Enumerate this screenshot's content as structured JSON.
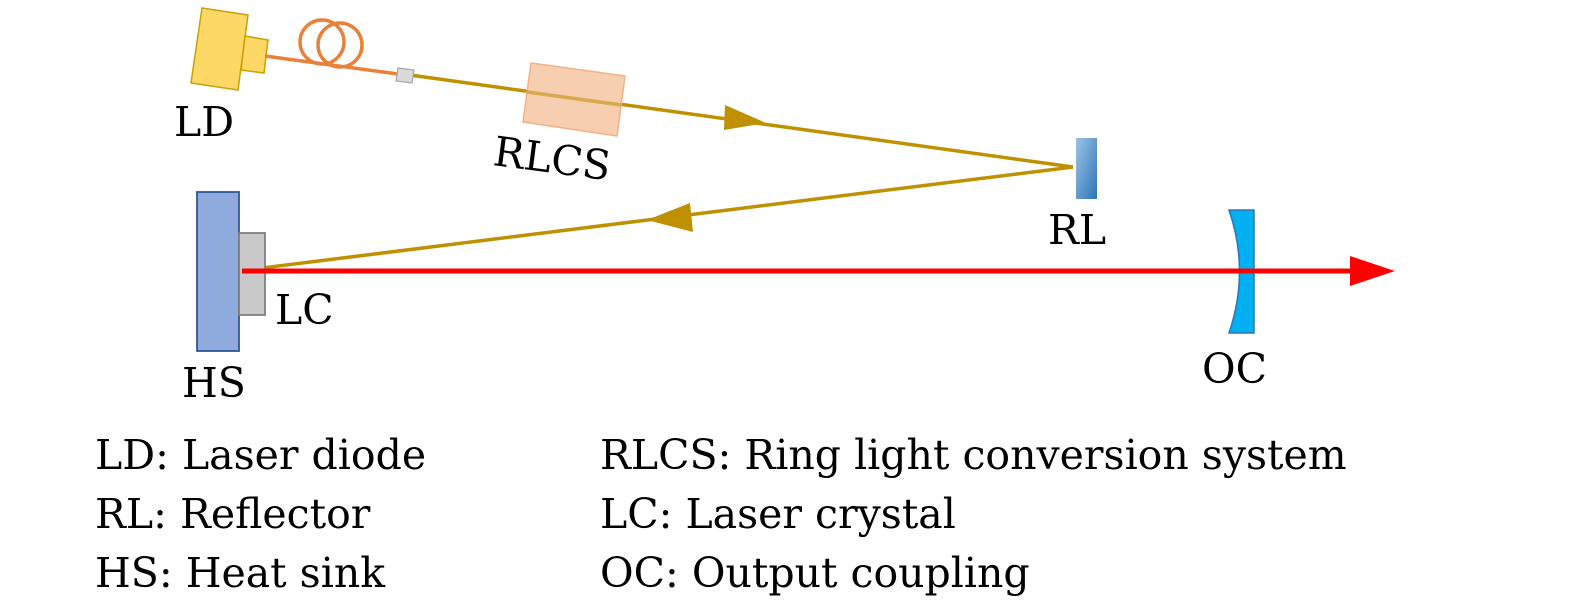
{
  "diagram": {
    "labels": {
      "ld": "LD",
      "rlcs": "RLCS",
      "rl": "RL",
      "hs": "HS",
      "lc": "LC",
      "oc": "OC"
    },
    "colors": {
      "ld_fill": "#FDD866",
      "ld_stroke": "#C9A100",
      "fiber": "#E8813A",
      "connector_fill": "#D9D9D9",
      "connector_stroke": "#A6A6A6",
      "pump_beam": "#BF9000",
      "rlcs_fill": "#F8CBAD",
      "rlcs_stroke": "#F4B183",
      "rl_light": "#9DC3E6",
      "rl_dark": "#2E75B6",
      "hs_fill": "#8FAADC",
      "hs_stroke": "#2F5597",
      "lc_fill": "#C9C9C9",
      "lc_stroke": "#7F7F7F",
      "laser_beam": "#FF0000",
      "oc_fill": "#00B0F0",
      "oc_stroke": "#2E75B6"
    }
  },
  "legend": {
    "left": [
      "LD: Laser diode",
      "RL: Reflector",
      "HS: Heat sink"
    ],
    "right": [
      "RLCS: Ring light conversion system",
      "LC: Laser crystal",
      "OC: Output coupling"
    ]
  }
}
